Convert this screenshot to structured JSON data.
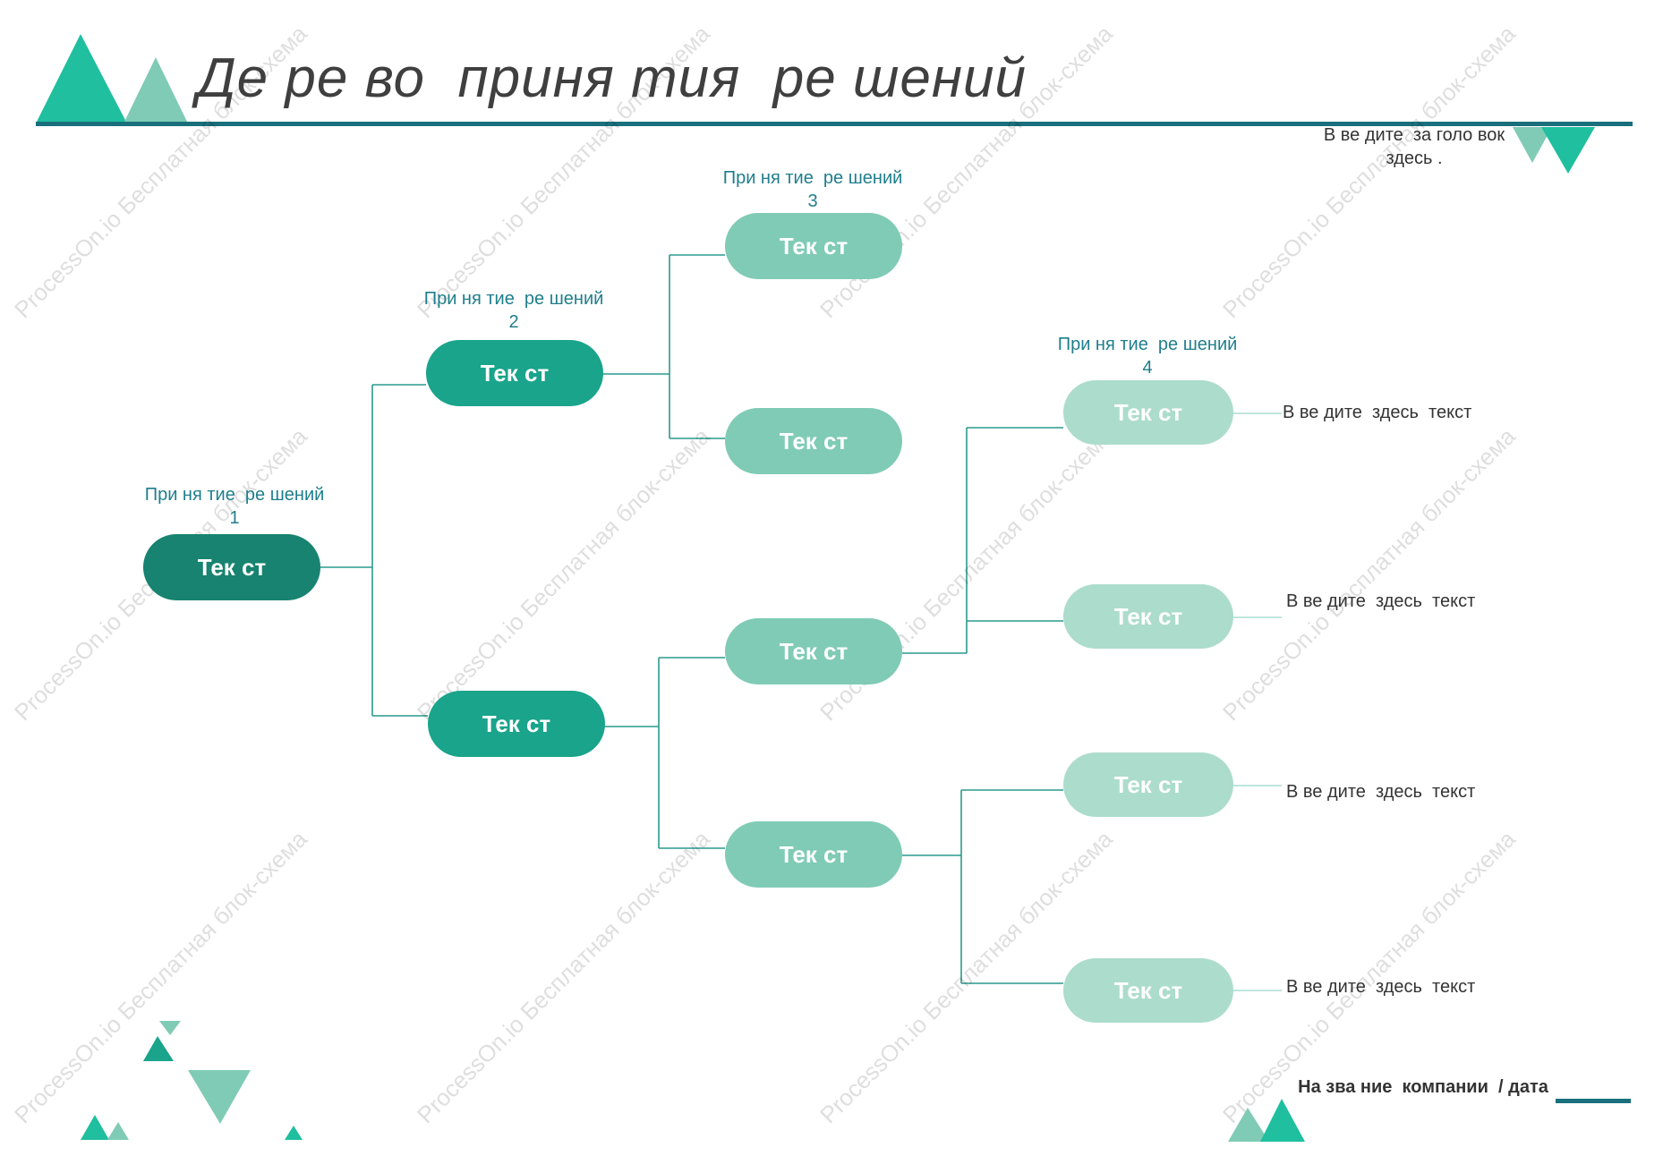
{
  "title": "Де ре во  приня тия  ре шений",
  "subtitle": "В ве дите  за голо вок  здесь .",
  "footer": "На зва ние  компании  / дата",
  "watermark": "ProcessOn.io Бесплатная блок-схема",
  "colors": {
    "accent_teal": "#1fbf9f",
    "accent_light": "#80cbb5",
    "rule": "#1a6f7c",
    "node_dark": "#178370",
    "node_mid": "#19a48b",
    "node_light": "#80cbb5",
    "node_pale": "#acdccc",
    "label_text": "#1f7e8c"
  },
  "nodes": {
    "root": "Тек ст",
    "l2_top": "Тек ст",
    "l2_bottom": "Тек ст",
    "l3_a": "Тек ст",
    "l3_b": "Тек ст",
    "l3_c": "Тек ст",
    "l3_d": "Тек ст",
    "l4_a": "Тек ст",
    "l4_b": "Тек ст",
    "l4_c": "Тек ст",
    "l4_d": "Тек ст"
  },
  "labels": {
    "decision_1": "При ня тие  ре шений  1",
    "decision_2": "При ня тие  ре шений  2",
    "decision_3": "При ня тие  ре шений  3",
    "decision_4": "При ня тие  ре шений   4"
  },
  "leaf_texts": {
    "a": "В ве дите  здесь  текст",
    "b": "В ве дите  здесь  текст",
    "c": "В ве дите  здесь  текст",
    "d": "В ве дите  здесь  текст"
  }
}
